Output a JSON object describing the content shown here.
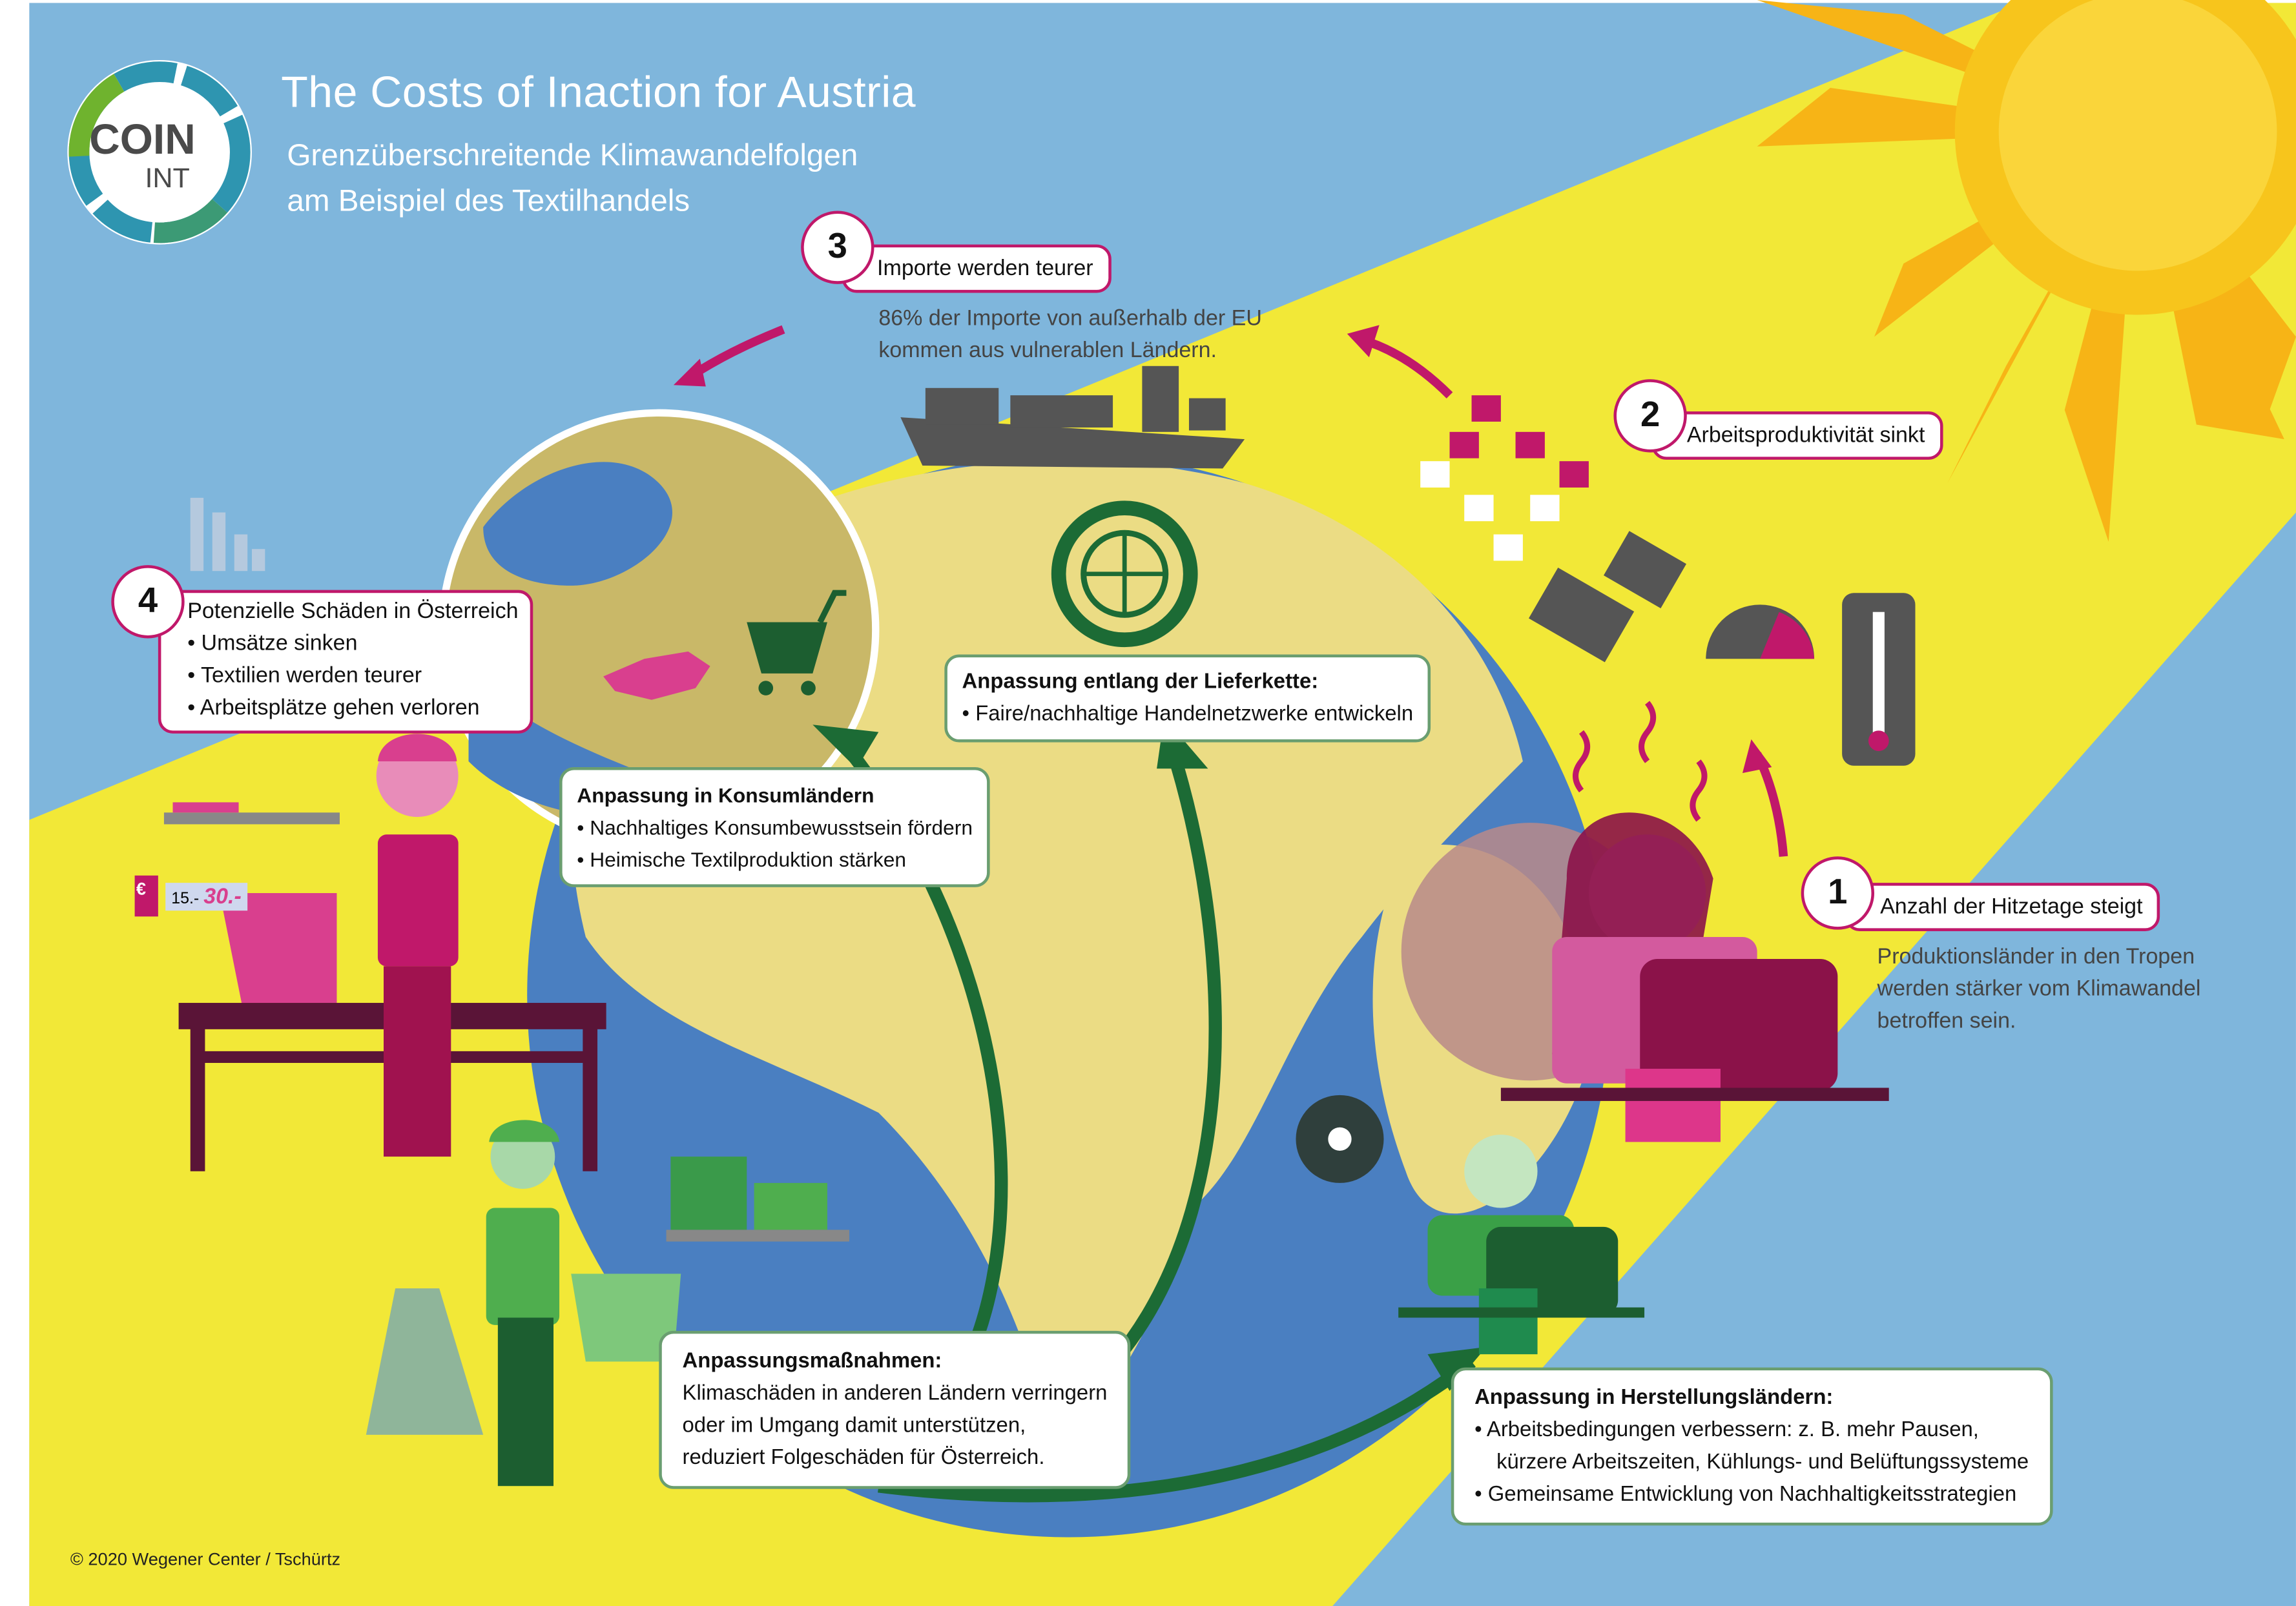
{
  "header": {
    "logo_main": "COIN",
    "logo_sub": "INT",
    "title": "The Costs of Inaction for Austria",
    "subtitle_line1": "Grenzüberschreitende Klimawandelfolgen",
    "subtitle_line2": "am Beispiel des Textilhandels"
  },
  "steps": [
    {
      "number": "1",
      "label": "Anzahl der Hitzetage steigt",
      "text": [
        "Produktionsländer in den Tropen",
        "werden stärker vom Klimawandel",
        "betroffen sein."
      ]
    },
    {
      "number": "2",
      "label": "Arbeitsproduktivität sinkt"
    },
    {
      "number": "3",
      "label": "Importe werden teurer",
      "text": [
        "86% der Importe von außerhalb der EU",
        "kommen aus vulnerablen Ländern."
      ]
    },
    {
      "number": "4",
      "label": "Potenzielle Schäden in Österreich",
      "bullets": [
        "• Umsätze sinken",
        "• Textilien werden teurer",
        "• Arbeitsplätze gehen verloren"
      ]
    }
  ],
  "boxes": {
    "supply_chain": {
      "title": "Anpassung entlang der Lieferkette:",
      "bullets": [
        "• Faire/nachhaltige Handelnetzwerke entwickeln"
      ]
    },
    "consumer": {
      "title": "Anpassung in Konsumländern",
      "bullets": [
        "• Nachhaltiges Konsumbewusstsein fördern",
        "• Heimische Textilproduktion stärken"
      ]
    },
    "measures": {
      "title": "Anpassungsmaßnahmen:",
      "lines": [
        "Klimaschäden in anderen Ländern verringern",
        "oder im Umgang damit unterstützen,",
        "reduziert Folgeschäden für Österreich."
      ]
    },
    "producer": {
      "title": "Anpassung in Herstellungsländern:",
      "bullets": [
        "• Arbeitsbedingungen verbessern: z. B.  mehr Pausen,",
        "kürzere Arbeitszeiten, Kühlungs- und Belüftungssysteme",
        "• Gemeinsame Entwicklung von Nachhaltigkeitsstrategien"
      ]
    }
  },
  "price_tag": {
    "old": "15.-",
    "new": "30.-",
    "currency": "€"
  },
  "copyright": "© 2020 Wegener Center / Tschürtz",
  "colors": {
    "sky": "#7fb6dc",
    "sun_band": "#f2e837",
    "accent": "#c0186a",
    "green": "#1c6b35",
    "land": "#ebdc84",
    "ocean": "#4a7fc1"
  }
}
